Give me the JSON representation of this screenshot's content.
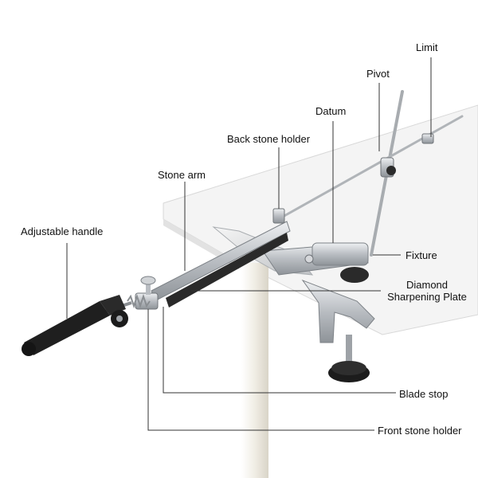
{
  "labels": {
    "limit": "Limit",
    "pivot": "Pivot",
    "datum": "Datum",
    "back_stone_holder": "Back stone holder",
    "stone_arm": "Stone arm",
    "adjustable_handle": "Adjustable handle",
    "fixture": "Fixture",
    "diamond_line1": "Diamond",
    "diamond_line2": "Sharpening Plate",
    "blade_stop": "Blade stop",
    "front_stone_holder": "Front stone holder"
  },
  "colors": {
    "metal": "#c9ccd0",
    "handle": "#1e1e1e",
    "table": "#f3f3f3",
    "leader": "#333333"
  }
}
